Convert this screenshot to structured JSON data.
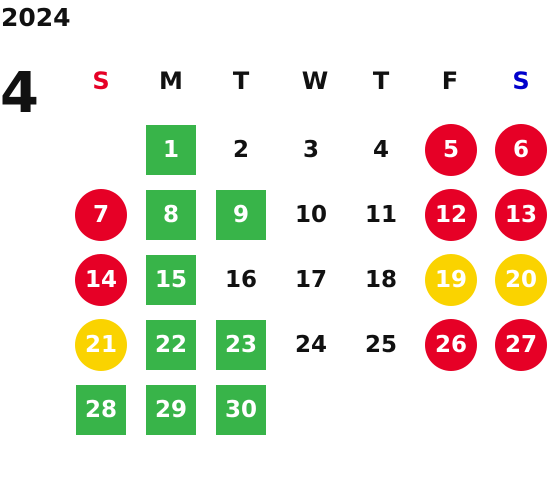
{
  "calendar": {
    "year": "2024",
    "month": "4",
    "weekdays": [
      "S",
      "M",
      "T",
      "W",
      "T",
      "F",
      "S"
    ],
    "weekday_colors": [
      "#e60026",
      "#111111",
      "#111111",
      "#111111",
      "#111111",
      "#111111",
      "#0000cc"
    ],
    "days": [
      {
        "day": "1",
        "style": "green"
      },
      {
        "day": "2",
        "style": "plain"
      },
      {
        "day": "3",
        "style": "plain"
      },
      {
        "day": "4",
        "style": "plain"
      },
      {
        "day": "5",
        "style": "red"
      },
      {
        "day": "6",
        "style": "red"
      },
      {
        "day": "7",
        "style": "red"
      },
      {
        "day": "8",
        "style": "green"
      },
      {
        "day": "9",
        "style": "green"
      },
      {
        "day": "10",
        "style": "plain"
      },
      {
        "day": "11",
        "style": "plain"
      },
      {
        "day": "12",
        "style": "red"
      },
      {
        "day": "13",
        "style": "red"
      },
      {
        "day": "14",
        "style": "red"
      },
      {
        "day": "15",
        "style": "green"
      },
      {
        "day": "16",
        "style": "plain"
      },
      {
        "day": "17",
        "style": "plain"
      },
      {
        "day": "18",
        "style": "plain"
      },
      {
        "day": "19",
        "style": "yellow"
      },
      {
        "day": "20",
        "style": "yellow"
      },
      {
        "day": "21",
        "style": "yellow"
      },
      {
        "day": "22",
        "style": "green"
      },
      {
        "day": "23",
        "style": "green"
      },
      {
        "day": "24",
        "style": "plain"
      },
      {
        "day": "25",
        "style": "plain"
      },
      {
        "day": "26",
        "style": "red"
      },
      {
        "day": "27",
        "style": "red"
      },
      {
        "day": "28",
        "style": "green"
      },
      {
        "day": "29",
        "style": "green"
      },
      {
        "day": "30",
        "style": "green"
      }
    ],
    "colors": {
      "green": "#38b449",
      "red": "#e60026",
      "yellow": "#fad300"
    }
  }
}
